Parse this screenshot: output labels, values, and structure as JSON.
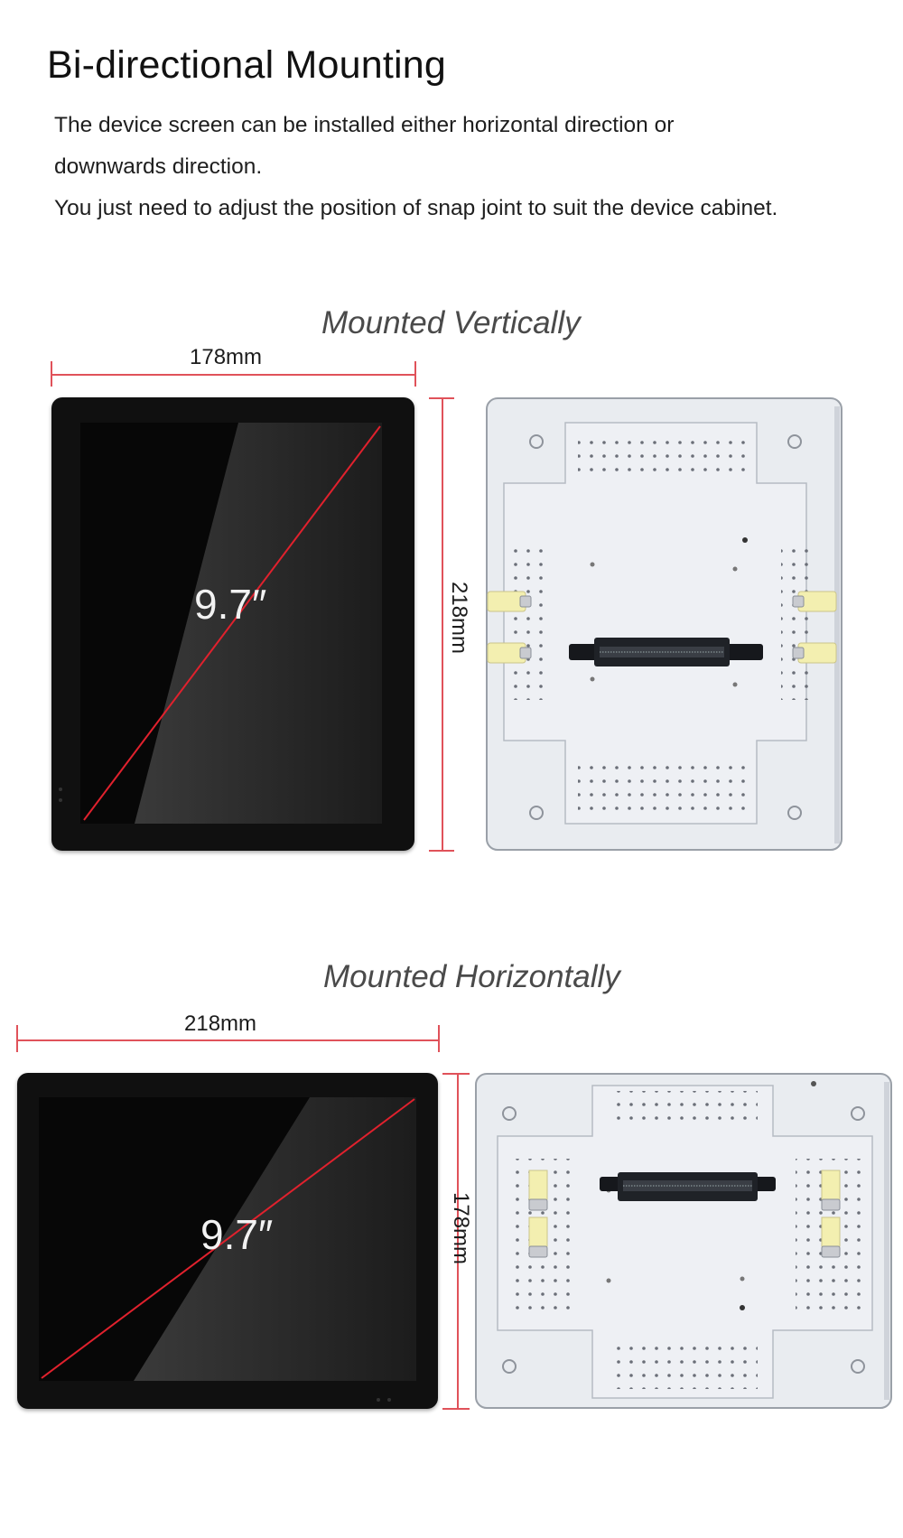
{
  "header": {
    "title": "Bi-directional Mounting",
    "description_lines": [
      "The device screen can be installed either horizontal direction or",
      "downwards direction.",
      "You just need to adjust the position of snap joint to suit the device cabinet."
    ]
  },
  "vertical": {
    "title": "Mounted Vertically",
    "width_label": "178mm",
    "height_label": "218mm",
    "diagonal_label": "9.7″"
  },
  "horizontal": {
    "title": "Mounted  Horizontally",
    "width_label": "218mm",
    "height_label": "178mm",
    "diagonal_label": "9.7″"
  },
  "colors": {
    "dimension_line": "#e0525a",
    "bezel": "#101010",
    "back_panel": "#e9ecf0",
    "snap_clip": "#f3efb0"
  },
  "icons": [
    "snap-joint-clip-icon",
    "connector-port-icon",
    "vent-holes"
  ]
}
